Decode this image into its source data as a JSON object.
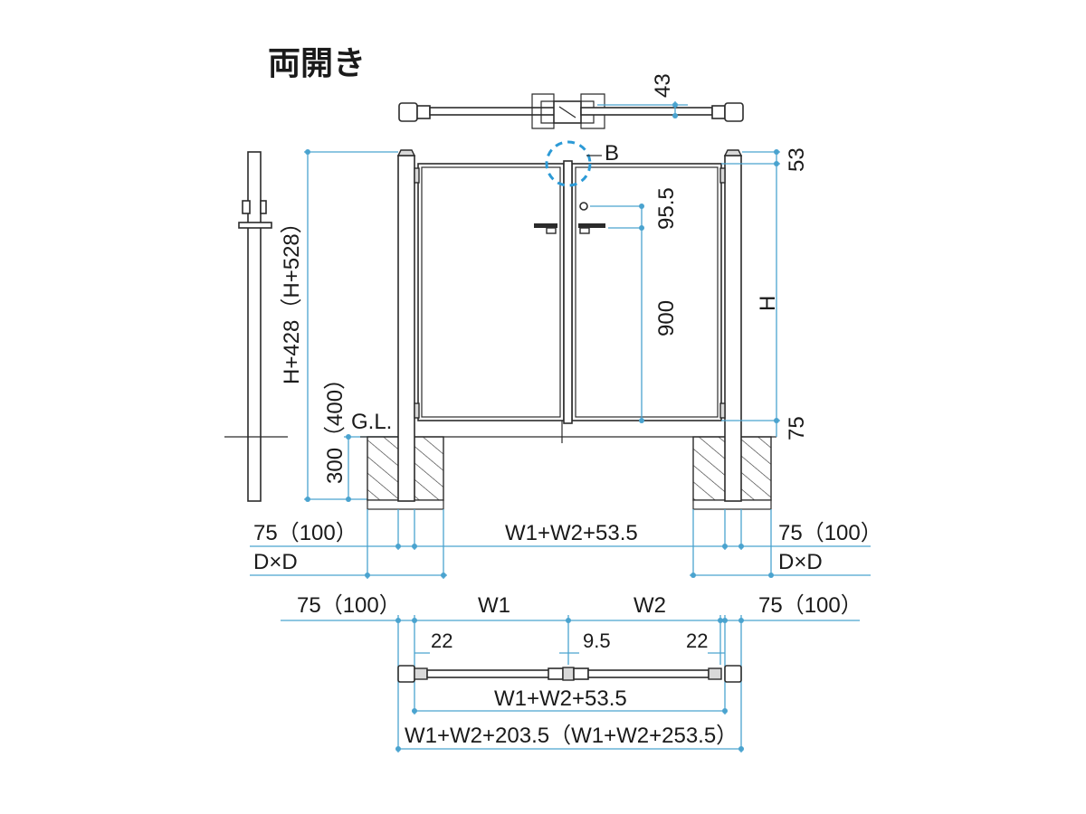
{
  "title": "両開き",
  "detail_marker": "B",
  "labels": {
    "plan_top_depth": "43",
    "top_offset": "53",
    "bottom_offset": "75",
    "height": "H",
    "lock_offset": "95.5",
    "handle_height": "900",
    "post_length": "H+428（H+528）",
    "embed_depth": "300（400）",
    "ground_line": "G.L.",
    "left_post_width": "75（100）",
    "right_post_width": "75（100）",
    "left_footing": "D×D",
    "right_footing": "D×D",
    "inner_width_upper": "W1+W2+53.5",
    "plan_left_post": "75（100）",
    "plan_right_post": "75（100）",
    "plan_w1": "W1",
    "plan_w2": "W2",
    "plan_gap_left": "22",
    "plan_gap_center": "9.5",
    "plan_gap_right": "22",
    "plan_inner_width": "W1+W2+53.5",
    "plan_total_width": "W1+W2+203.5（W1+W2+253.5）"
  },
  "colors": {
    "dimension": "#4aa3cf",
    "outline": "#2b2b2b",
    "detail_circle": "#2c9ad6"
  }
}
